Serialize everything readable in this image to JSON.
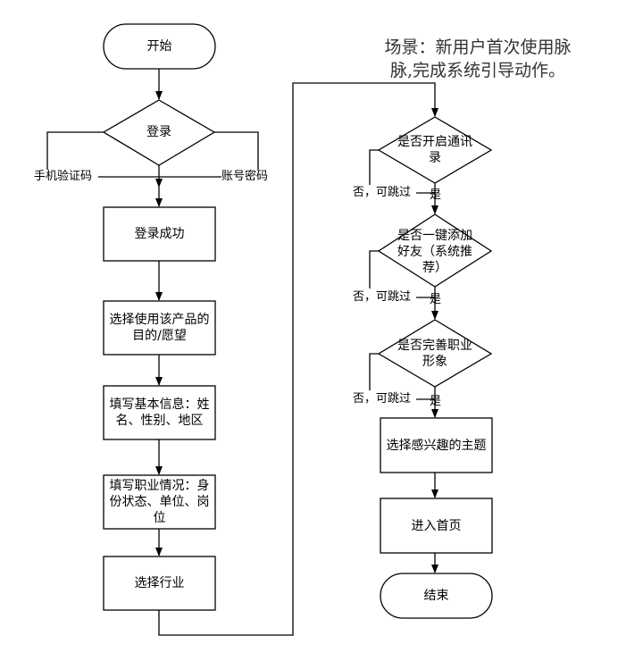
{
  "scenario": {
    "line1": "场景：新用户首次使用脉",
    "line2": "脉,完成系统引导动作。"
  },
  "nodes": {
    "start": "开始",
    "login": "登录",
    "login_success": "登录成功",
    "choose_purpose": "选择使用该产品的目的/愿望",
    "basic_info": "填写基本信息：姓名、性别、地区",
    "career_info": "填写职业情况：身份状态、单位、岗位",
    "choose_industry": "选择行业",
    "q_contacts": "是否开启通讯录",
    "q_add_friends": "是否一键添加好友（系统推荐）",
    "q_profile": "是否完善职业形象",
    "choose_topics": "选择感兴趣的主题",
    "enter_home": "进入首页",
    "end": "结束"
  },
  "edge_labels": {
    "sms_code": "手机验证码",
    "account_password": "账号密码",
    "skip_1": "否，可跳过",
    "yes_1": "是",
    "skip_2": "否，可跳过",
    "yes_2": "是",
    "skip_3": "否，可跳过",
    "yes_3": "是"
  }
}
